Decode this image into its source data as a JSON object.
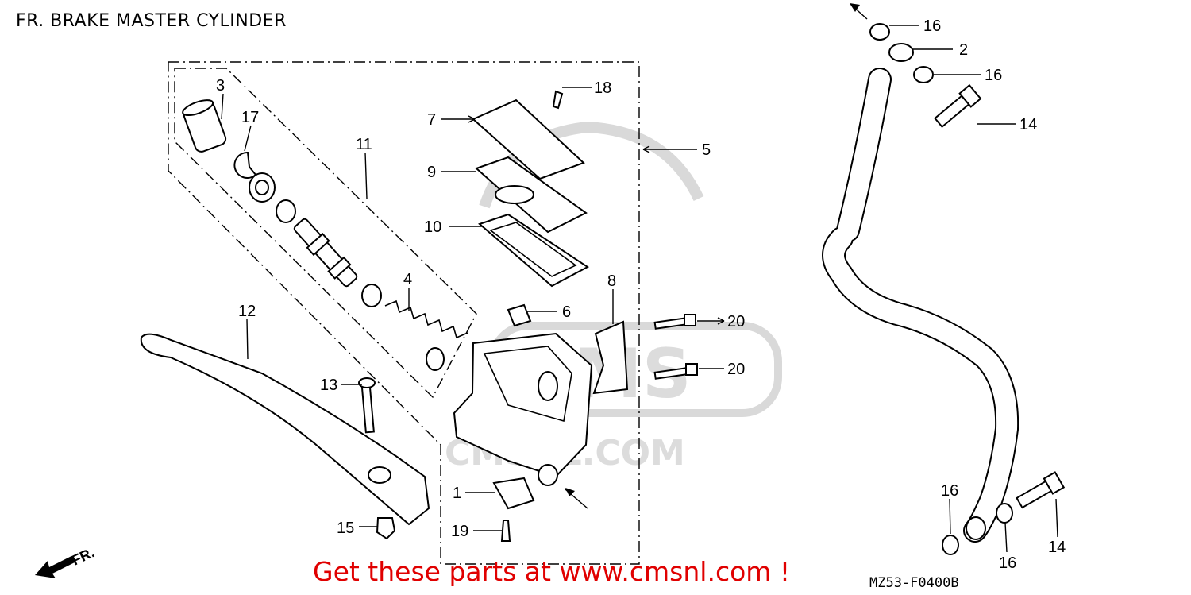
{
  "diagram": {
    "title": "FR. BRAKE MASTER CYLINDER",
    "watermark": "CMSNL.COM",
    "watermark_badge": "CMS",
    "direction_indicator": "FR.",
    "figure_code": "MZ53-F0400B",
    "promo_text": "Get these parts at www.cmsnl.com !",
    "callouts": [
      "3",
      "17",
      "11",
      "18",
      "7",
      "5",
      "9",
      "10",
      "4",
      "12",
      "6",
      "8",
      "20",
      "20",
      "13",
      "1",
      "19",
      "15",
      "16",
      "2",
      "16",
      "14",
      "16",
      "14",
      "16"
    ]
  }
}
